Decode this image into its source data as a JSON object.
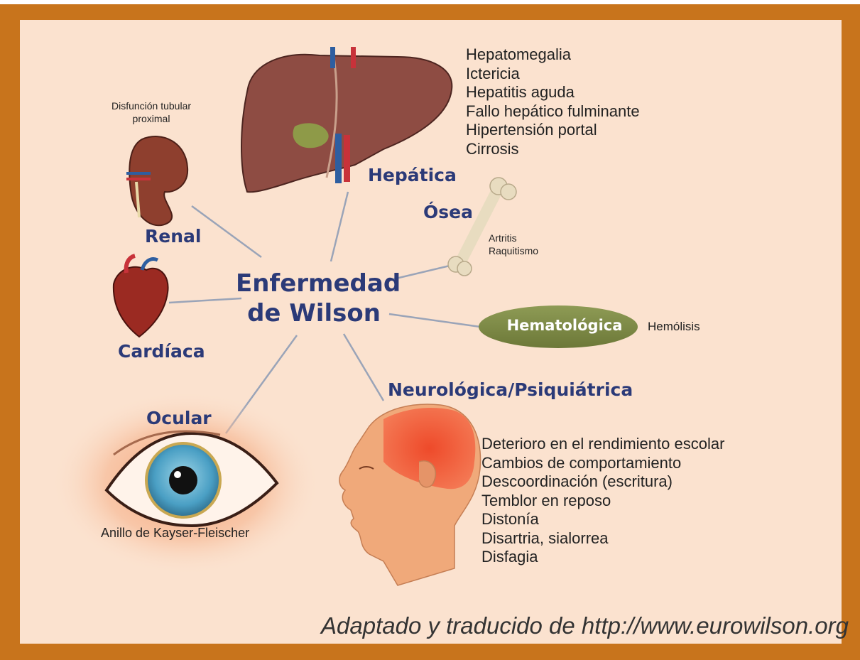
{
  "diagram": {
    "center": {
      "line1": "Enfermedad",
      "line2": "de Wilson"
    },
    "hepatica": {
      "title": "Hepática",
      "items": [
        "Hepatomegalia",
        "Ictericia",
        "Hepatitis aguda",
        "Fallo hepático fulminante",
        "Hipertensión portal",
        "Cirrosis"
      ]
    },
    "renal": {
      "title": "Renal",
      "items": [
        "Disfunción tubular",
        "proximal"
      ]
    },
    "osea": {
      "title": "Ósea",
      "items": [
        "Artritis",
        "Raquitismo"
      ]
    },
    "cardiaca": {
      "title": "Cardíaca"
    },
    "hematologica": {
      "title": "Hematológica",
      "items": [
        "Hemólisis"
      ]
    },
    "ocular": {
      "title": "Ocular",
      "items": [
        "Anillo de Kayser-Fleischer"
      ]
    },
    "neuro": {
      "title": "Neurológica/Psiquiátrica",
      "items": [
        "Deterioro en el rendimiento escolar",
        "Cambios de comportamiento",
        "Descoordinación (escritura)",
        "Temblor en reposo",
        "Distonía",
        "Disartria, sialorrea",
        "Disfagia"
      ]
    },
    "credit": "Adaptado y traducido de http://www.eurowilson.org"
  },
  "colors": {
    "background": "#fbe2cf",
    "border": "#c8741c",
    "heading": "#2b3a78",
    "hema_pill": "#7d8a45",
    "connector": "#9aa4b8"
  }
}
